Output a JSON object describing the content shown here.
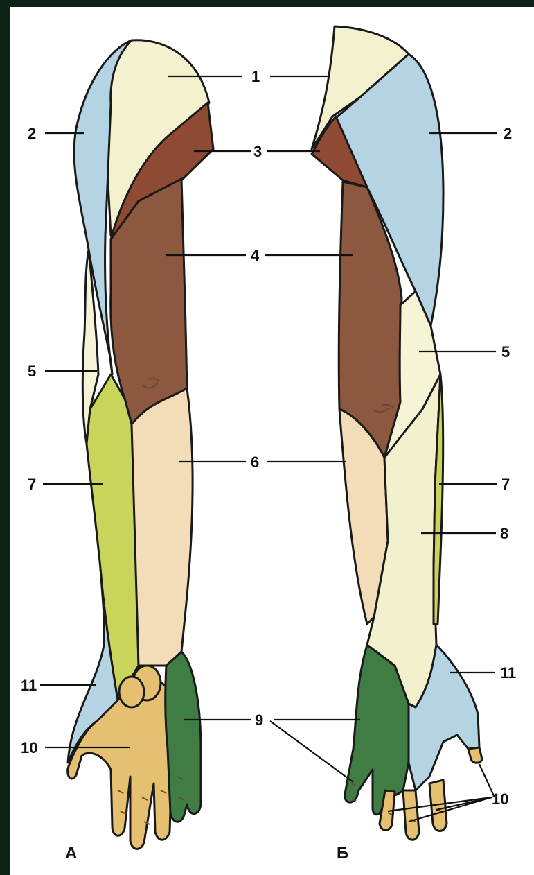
{
  "figure": {
    "views": [
      {
        "id": "A",
        "label": "А"
      },
      {
        "id": "B",
        "label": "Б"
      }
    ],
    "labels": [
      "1",
      "2",
      "3",
      "4",
      "5",
      "6",
      "7",
      "8",
      "9",
      "10",
      "11"
    ]
  },
  "colors": {
    "zone_1": "#f4f1cf",
    "zone_2": "#b4d4e3",
    "zone_3": "#8f4a33",
    "zone_4": "#8c5840",
    "zone_5": "#f6f4d6",
    "zone_6": "#f2ddb8",
    "zone_7": "#c8d45a",
    "zone_8": "#f3f0cd",
    "zone_9": "#3f7d45",
    "zone_10": "#e4c070",
    "zone_11": "#b4d4e3",
    "outline": "#1a1a1a",
    "backdrop": "#0c2418"
  }
}
